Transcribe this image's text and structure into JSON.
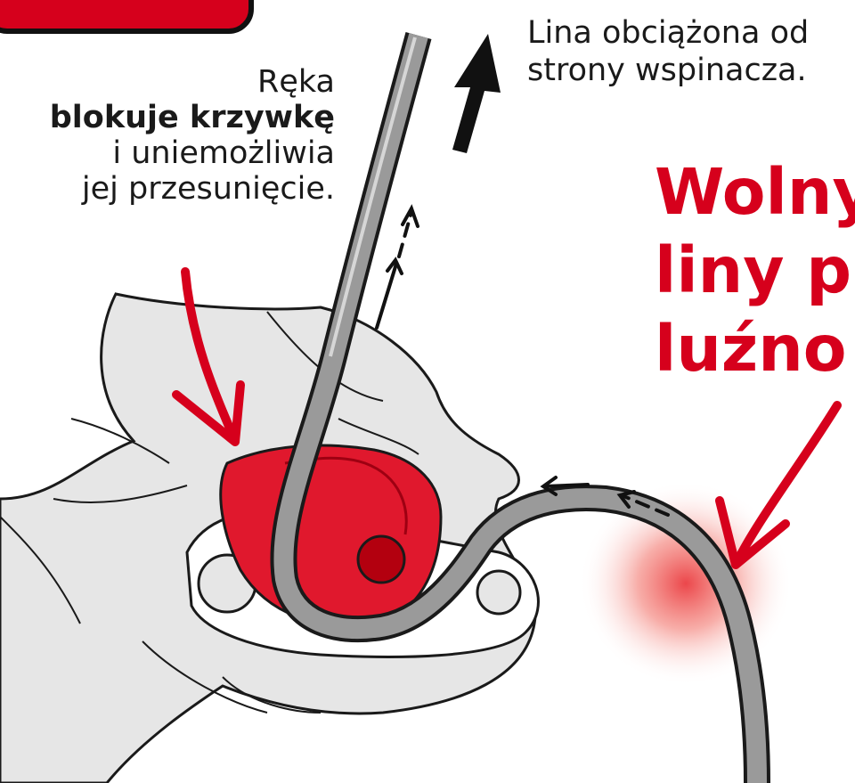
{
  "hand_note": {
    "line1": "Ręka",
    "line2_bold": "blokuje krzywkę",
    "line3": "i uniemożliwia",
    "line4": "jej przesunięcie."
  },
  "rope_note": {
    "line1": "Lina obciążona od",
    "line2": "strony wspinacza."
  },
  "warning": {
    "line1": "Wolny",
    "line2": "liny p",
    "line3": "luźno"
  },
  "colors": {
    "accent_red": "#d6001c",
    "device_red": "#e0182d",
    "rope_grey": "#9a9a9a",
    "hand_grey": "#e6e6e6",
    "outline": "#1a1a1a"
  }
}
